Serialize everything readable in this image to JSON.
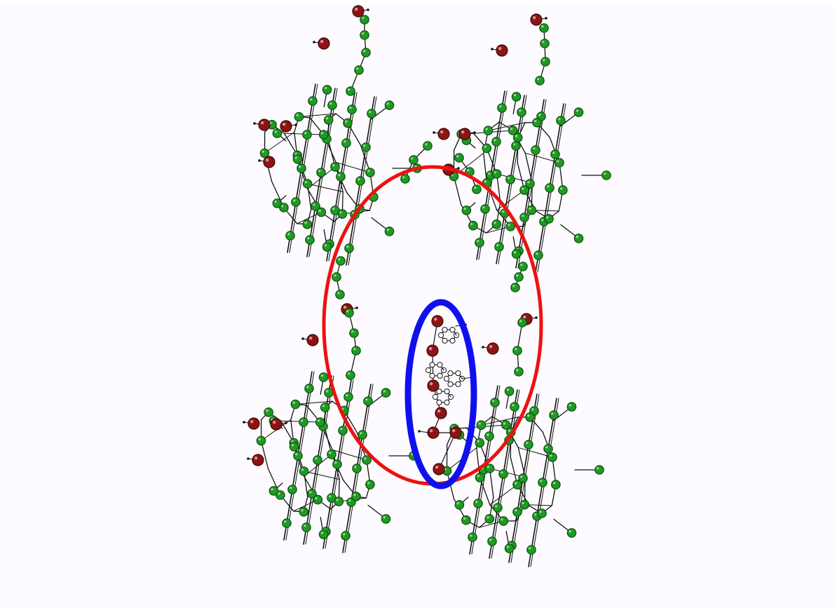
{
  "diagram": {
    "type": "molecular-structure",
    "colors": {
      "background": "#fdfbff",
      "bond": "#111111",
      "carbon_atom": "#1f9a22",
      "carbon_atom_stroke": "#0b4d0e",
      "oxygen_atom": "#8e1414",
      "oxygen_atom_stroke": "#3f0505",
      "guest_atom": "#ffffff",
      "host_cavity_highlight": "#ee1111",
      "guest_highlight": "#1010ee"
    },
    "components": [
      {
        "name": "host-molecule",
        "count": 4,
        "atom_types": [
          "carbon",
          "oxygen"
        ]
      },
      {
        "name": "guest-molecule",
        "count": 1,
        "atom_types": [
          "carbon",
          "oxygen"
        ]
      }
    ],
    "highlights": [
      {
        "name": "host-cavity",
        "shape": "ellipse",
        "color": "#ee1111"
      },
      {
        "name": "guest",
        "shape": "ellipse",
        "color": "#1010ee"
      }
    ]
  }
}
